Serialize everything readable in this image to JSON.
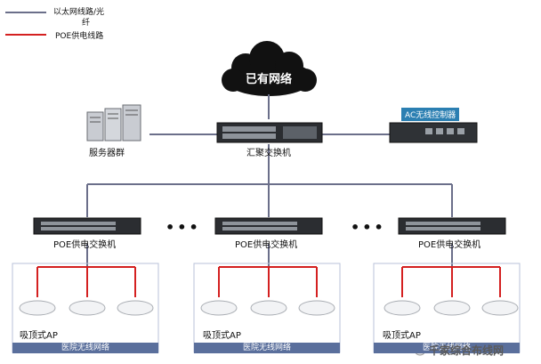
{
  "legend": {
    "ethernet_label_line1": "以太网线路/光",
    "ethernet_label_line2": "纤",
    "poe_label": "POE供电线路"
  },
  "cloud_label": "已有网络",
  "server_label": "服务器群",
  "core_switch_label": "汇聚交换机",
  "ac_label": "AC无线控制器",
  "poe_switches": [
    {
      "label": "POE供电交换机"
    },
    {
      "label": "POE供电交换机"
    },
    {
      "label": "POE供电交换机"
    }
  ],
  "zones": [
    {
      "ap_label": "吸顶式AP",
      "footer": "医院无线网络"
    },
    {
      "ap_label": "吸顶式AP",
      "footer": "医院无线网络"
    },
    {
      "ap_label": "吸顶式AP",
      "footer": "医院无线网络"
    }
  ],
  "ellipsis": "•••",
  "watermark": "千家综合布线网",
  "colors": {
    "ethernet": "#6b6f8a",
    "poe": "#d42020",
    "zone_border": "#b8c2d8",
    "footer": "#5a6f9c",
    "ac": "#2b7fb2"
  }
}
